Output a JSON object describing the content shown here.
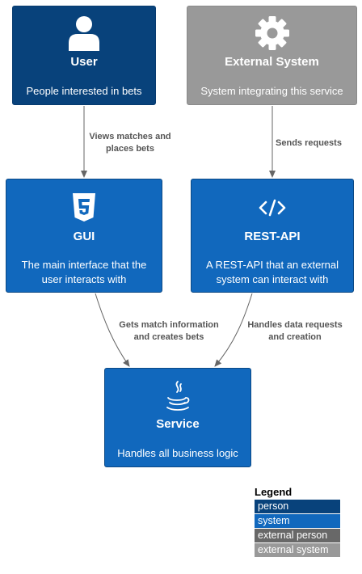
{
  "nodes": {
    "user": {
      "title": "User",
      "description": "People interested in bets",
      "icon": "person-icon",
      "color": "#08427b"
    },
    "external": {
      "title": "External System",
      "description": "System integrating this service",
      "icon": "gear-icon",
      "color": "#999999"
    },
    "gui": {
      "title": "GUI",
      "description_line1": "The main interface that the",
      "description_line2": "user interacts with",
      "icon": "html5-icon",
      "color": "#1168bd"
    },
    "restapi": {
      "title": "REST-API",
      "description_line1": "A REST-API that an external",
      "description_line2": "system can interact with",
      "icon": "code-icon",
      "color": "#1168bd"
    },
    "service": {
      "title": "Service",
      "description": "Handles all business logic",
      "icon": "java-icon",
      "color": "#1168bd"
    }
  },
  "edges": {
    "user_gui": {
      "line1": "Views matches and",
      "line2": "places bets"
    },
    "external_restapi": {
      "line1": "Sends requests"
    },
    "gui_service": {
      "line1": "Gets match information",
      "line2": "and creates bets"
    },
    "restapi_service": {
      "line1": "Handles data requests",
      "line2": "and creation"
    }
  },
  "legend": {
    "title": "Legend",
    "items": [
      {
        "label": "person",
        "color": "#08427b"
      },
      {
        "label": "system",
        "color": "#1168bd"
      },
      {
        "label": "external person",
        "color": "#686868"
      },
      {
        "label": "external system",
        "color": "#999999"
      }
    ]
  }
}
